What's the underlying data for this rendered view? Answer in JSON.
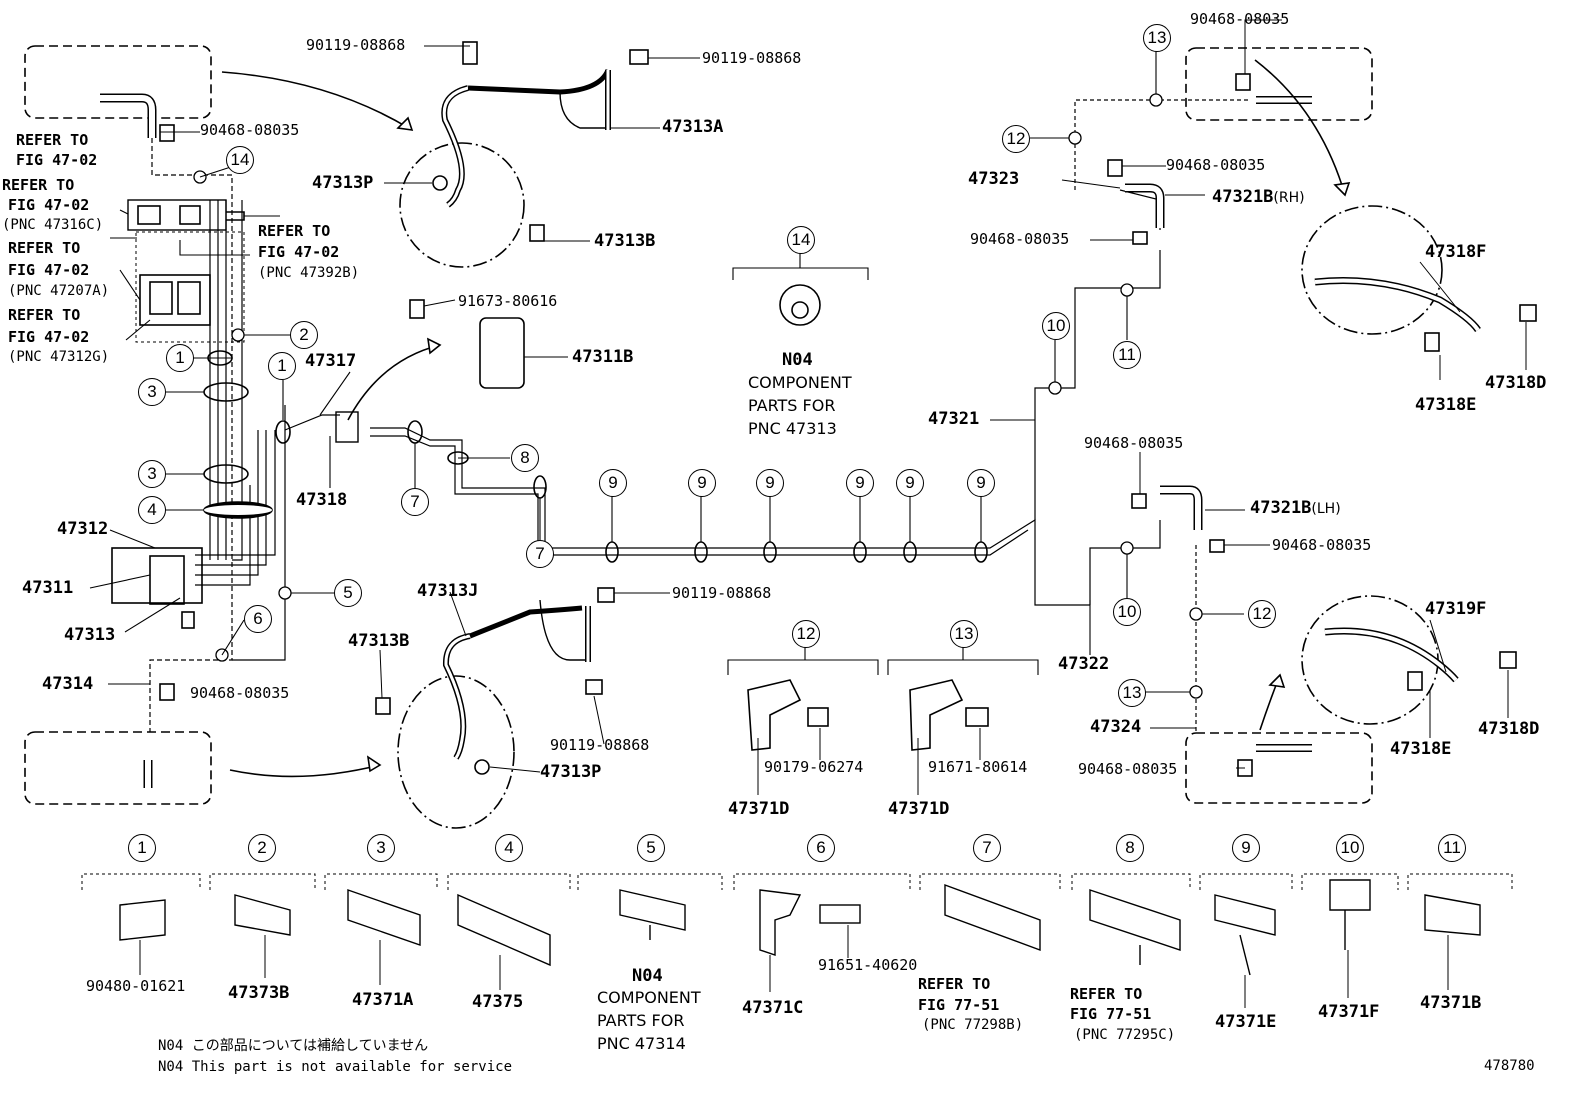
{
  "refs": {
    "r1": {
      "l1": "REFER TO",
      "l2": "FIG 47-02"
    },
    "r2": {
      "l1": "REFER TO",
      "l2": "FIG 47-02",
      "l3": "(PNC 47316C)"
    },
    "r3": {
      "l1": "REFER TO",
      "l2": "FIG 47-02",
      "l3": "(PNC 47207A)"
    },
    "r4": {
      "l1": "REFER TO",
      "l2": "FIG 47-02",
      "l3": "(PNC 47312G)"
    },
    "r5": {
      "l1": "REFER TO",
      "l2": "FIG 47-02",
      "l3": "(PNC 47392B)"
    },
    "r6": {
      "l1": "REFER TO",
      "l2": "FIG 77-51",
      "l3": "(PNC 77298B)"
    },
    "r7": {
      "l1": "REFER TO",
      "l2": "FIG 77-51",
      "l3": "(PNC 77295C)"
    }
  },
  "parts": {
    "p_9011908868": "90119-08868",
    "p_9046808035": "90468-08035",
    "p_47313A": "47313A",
    "p_47313P": "47313P",
    "p_47313B": "47313B",
    "p_9167380616": "91673-80616",
    "p_47311B": "47311B",
    "p_47317": "47317",
    "p_47318": "47318",
    "p_47312": "47312",
    "p_47311": "47311",
    "p_47313": "47313",
    "p_47314": "47314",
    "p_47313J": "47313J",
    "p_47323": "47323",
    "p_47321B_RH": "47321B",
    "rh": "(RH)",
    "lh": "(LH)",
    "p_47321": "47321",
    "p_47322": "47322",
    "p_47324": "47324",
    "p_47321B_LH": "47321B",
    "p_47318F": "47318F",
    "p_47318D": "47318D",
    "p_47318E": "47318E",
    "p_47319F": "47319F",
    "p_9017906274": "90179-06274",
    "p_9167180614": "91671-80614",
    "p_47371D": "47371D",
    "p_9048001621": "90480-01621",
    "p_47373B": "47373B",
    "p_47371A": "47371A",
    "p_47375": "47375",
    "p_47371C": "47371C",
    "p_9165140620": "91651-40620",
    "p_47371E": "47371E",
    "p_47371F": "47371F",
    "p_47371B": "47371B"
  },
  "n04": {
    "code": "N04",
    "c14_l1": "COMPONENT",
    "c14_l2": "PARTS FOR",
    "c14_l3": "PNC 47313",
    "c5_l1": "COMPONENT",
    "c5_l2": "PARTS FOR",
    "c5_l3": "PNC 47314"
  },
  "callouts": {
    "c1": "1",
    "c2": "2",
    "c3": "3",
    "c4": "4",
    "c5": "5",
    "c6": "6",
    "c7": "7",
    "c8": "8",
    "c9": "9",
    "c10": "10",
    "c11": "11",
    "c12": "12",
    "c13": "13",
    "c14": "14"
  },
  "notes": {
    "jp": "N04 この部品については補給していません",
    "en": "N04 This part is not available for service"
  },
  "figure_id": "478780"
}
